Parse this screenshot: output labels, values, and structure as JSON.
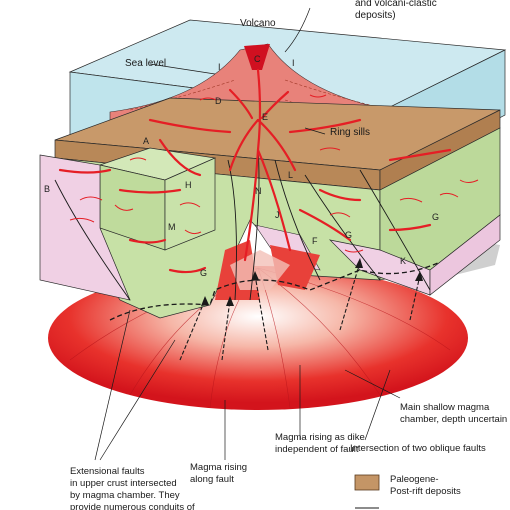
{
  "labels": {
    "top_partial": "and volcani-clastic",
    "top_partial2": "deposits)",
    "volcano": "Volcano",
    "sea_level": "Sea level",
    "ring_sills": "Ring sills"
  },
  "letters": {
    "A": "A",
    "B": "B",
    "C": "C",
    "D": "D",
    "E": "E",
    "F": "F",
    "G": "G",
    "H": "H",
    "I": "I",
    "J": "J",
    "K": "K",
    "L": "L",
    "M": "M",
    "N": "N"
  },
  "annotations": {
    "main_chamber_1": "Main shallow magma",
    "main_chamber_2": "chamber, depth uncertain",
    "intersection": "Intersection of two oblique faults",
    "dike_1": "Magma rising as dike",
    "dike_2": "independent of fault",
    "rising_1": "Magma rising",
    "rising_2": "along fault",
    "extensional_1": "Extensional faults",
    "extensional_2": "in upper crust intersected",
    "extensional_3": "by magma chamber. They",
    "extensional_4": "provide numerous conduits of"
  },
  "legend": {
    "items": [
      {
        "label_1": "Paleogene-",
        "label_2": "Post-rift deposits",
        "color": "#c49566"
      }
    ]
  },
  "colors": {
    "sea": "#bfe4ec",
    "volcano": "#e8827a",
    "post_rift": "#c49566",
    "sediment": "#c7e1a6",
    "basement": "#f0d0e4",
    "magma": "#e51e25",
    "magma_light": "#f58a7a"
  }
}
